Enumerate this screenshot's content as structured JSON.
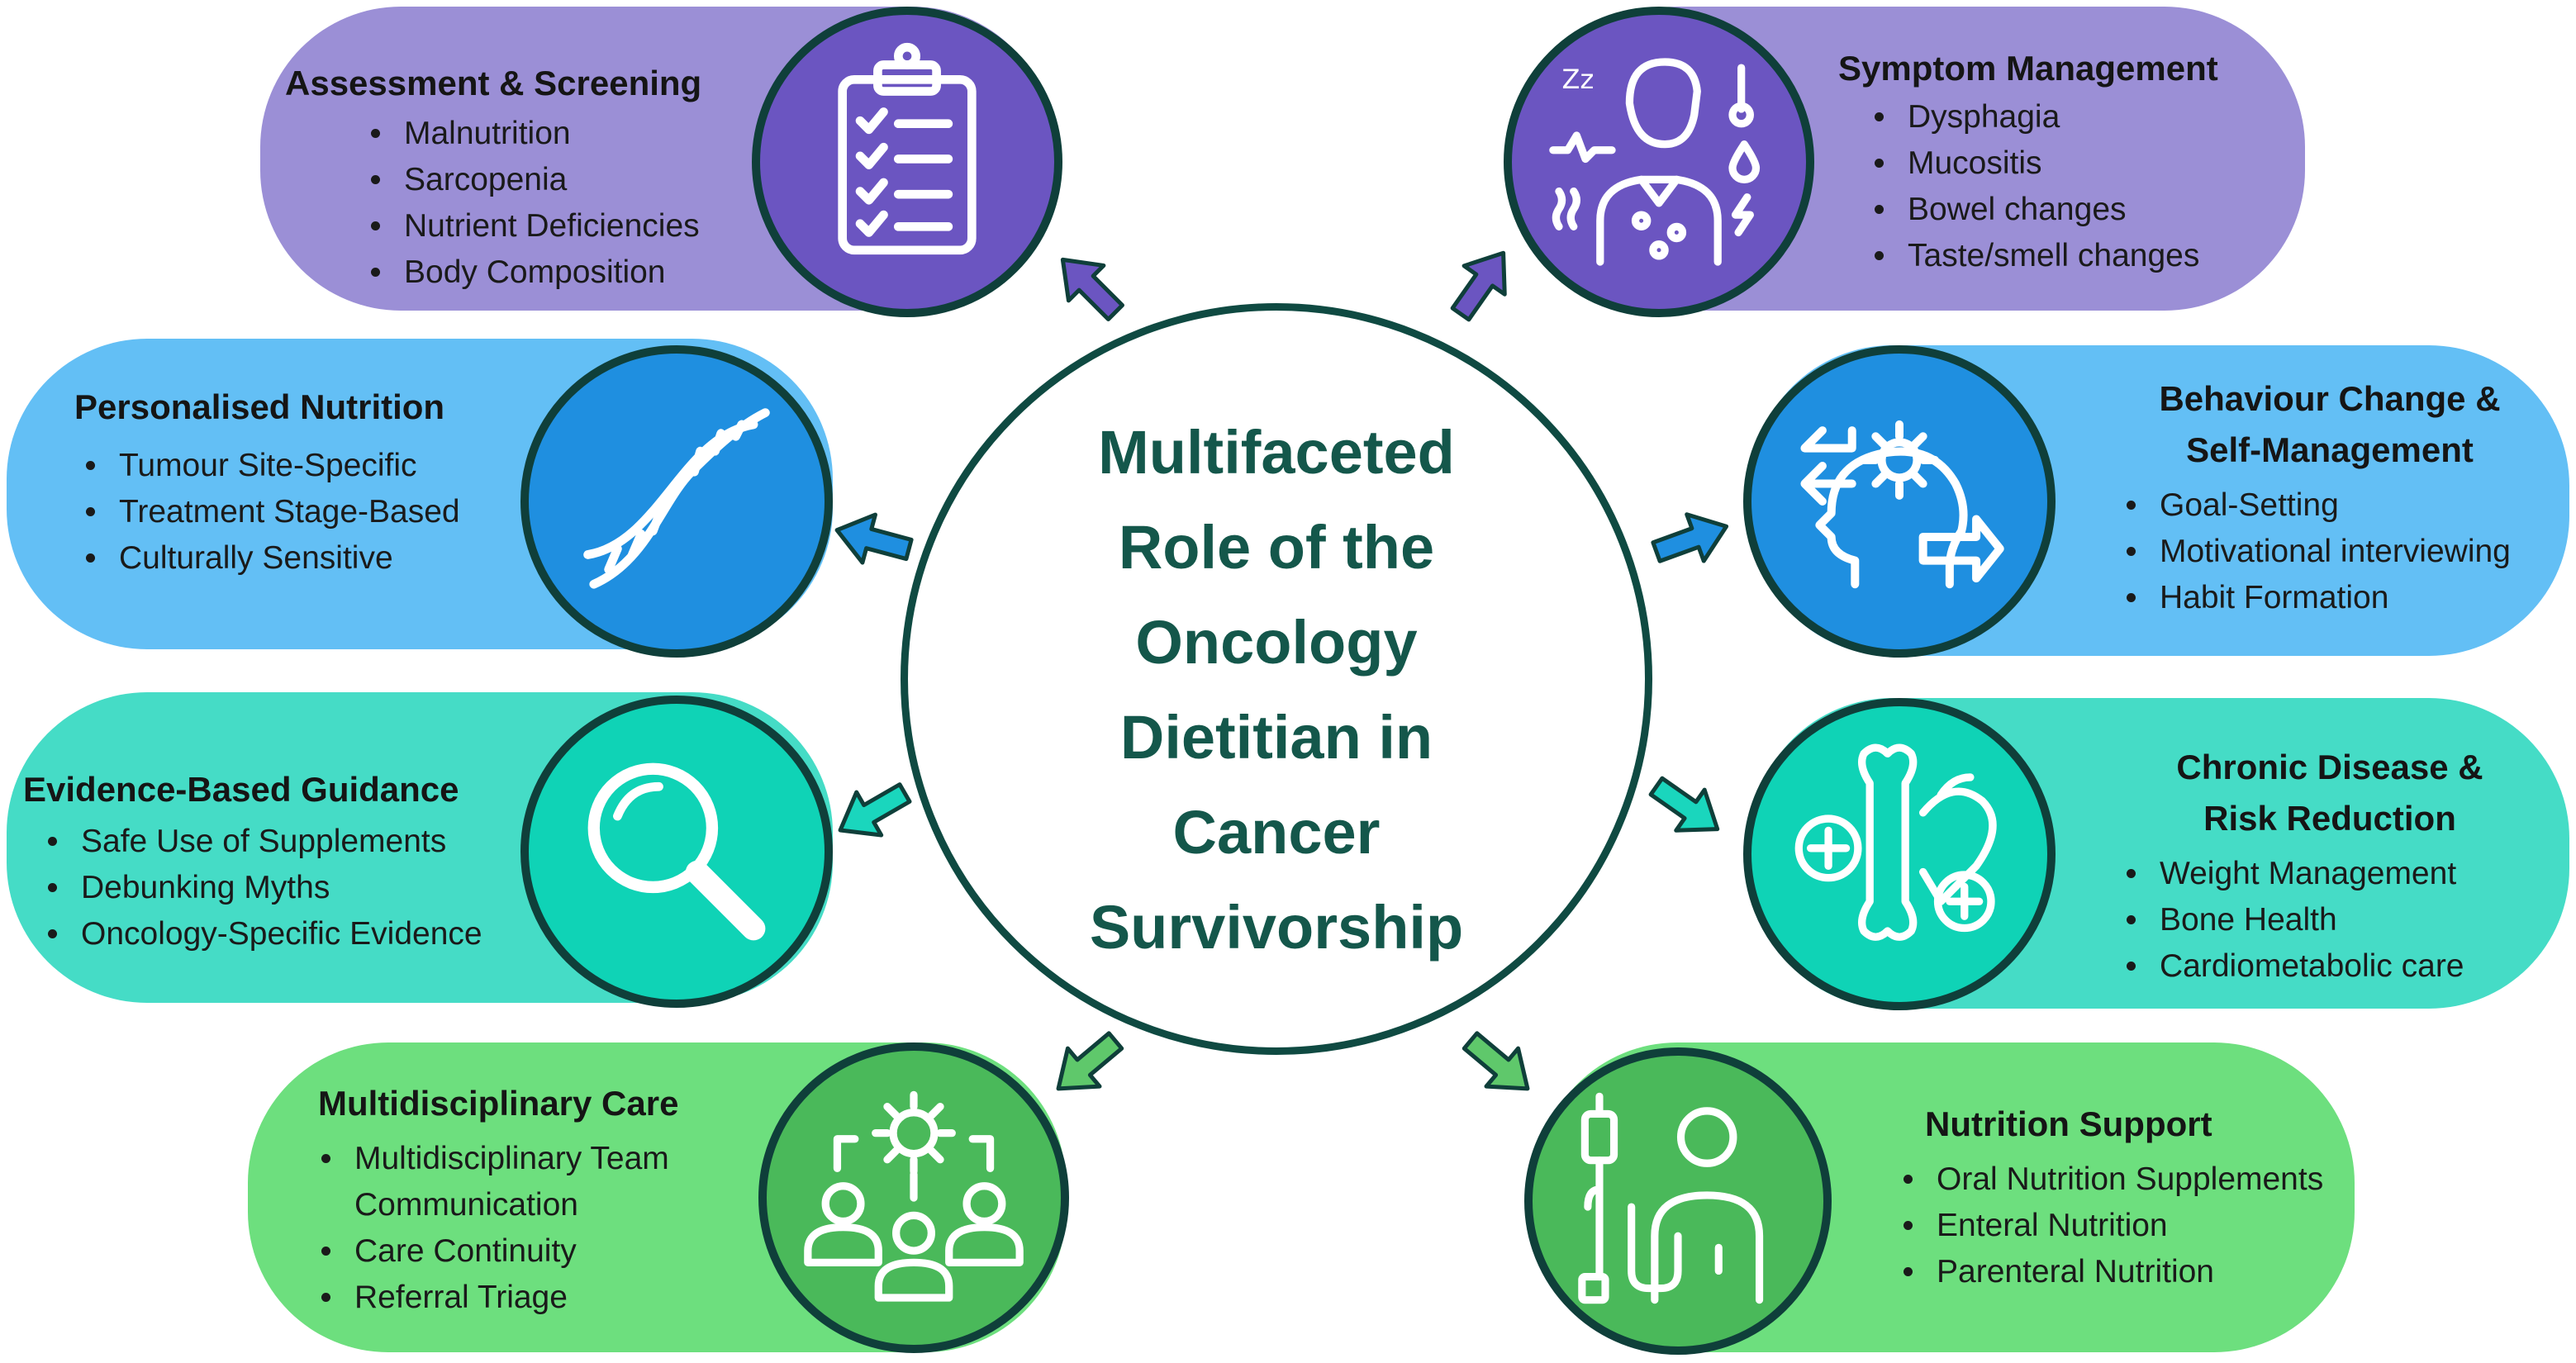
{
  "center": {
    "title_lines": [
      "Multifaceted",
      "Role of the",
      "Oncology",
      "Dietitian in",
      "Cancer",
      "Survivorship"
    ]
  },
  "segments": [
    {
      "id": "assessment",
      "title_lines": [
        "Assessment & Screening"
      ],
      "items": [
        "Malnutrition",
        "Sarcopenia",
        "Nutrient Deficiencies",
        "Body Composition"
      ],
      "icon": "clipboard-checklist-icon",
      "pill_color": "#9b8fd6",
      "circle_color": "#6b55c1"
    },
    {
      "id": "symptom",
      "title_lines": [
        "Symptom Management"
      ],
      "items": [
        "Dysphagia",
        "Mucositis",
        "Bowel changes",
        "Taste/smell changes"
      ],
      "icon": "patient-symptoms-icon",
      "pill_color": "#9b8fd6",
      "circle_color": "#6b55c1"
    },
    {
      "id": "personalised",
      "title_lines": [
        "Personalised Nutrition"
      ],
      "items": [
        "Tumour Site-Specific",
        "Treatment Stage-Based",
        "Culturally Sensitive"
      ],
      "icon": "dna-icon",
      "pill_color": "#63bff5",
      "circle_color": "#1f8fe0"
    },
    {
      "id": "behaviour",
      "title_lines": [
        "Behaviour Change &",
        "Self-Management"
      ],
      "items": [
        "Goal-Setting",
        "Motivational interviewing",
        "Habit Formation"
      ],
      "icon": "head-gear-arrows-icon",
      "pill_color": "#63bff5",
      "circle_color": "#1f8fe0"
    },
    {
      "id": "evidence",
      "title_lines": [
        "Evidence-Based Guidance"
      ],
      "items": [
        "Safe Use of Supplements",
        "Debunking Myths",
        "Oncology-Specific Evidence"
      ],
      "icon": "magnifying-glass-icon",
      "pill_color": "#45dcc6",
      "circle_color": "#0fd3b6"
    },
    {
      "id": "chronic",
      "title_lines": [
        "Chronic Disease &",
        "Risk Reduction"
      ],
      "items": [
        "Weight Management",
        " Bone Health",
        "Cardiometabolic care"
      ],
      "icon": "bone-heart-icon",
      "pill_color": "#45dcc6",
      "circle_color": "#0fd3b6"
    },
    {
      "id": "multidisciplinary",
      "title_lines": [
        "Multidisciplinary Care"
      ],
      "items": [
        "Multidisciplinary Team",
        "Communication",
        "Care Continuity",
        "Referral Triage"
      ],
      "icon": "team-gear-icon",
      "pill_color": "#6ddf7e",
      "circle_color": "#4ab95a"
    },
    {
      "id": "nutrition",
      "title_lines": [
        "Nutrition Support"
      ],
      "items": [
        "Oral Nutrition Supplements",
        "Enteral Nutrition",
        "Parenteral Nutrition"
      ],
      "icon": "iv-drip-patient-icon",
      "pill_color": "#6ddf7e",
      "circle_color": "#4ab95a"
    }
  ]
}
